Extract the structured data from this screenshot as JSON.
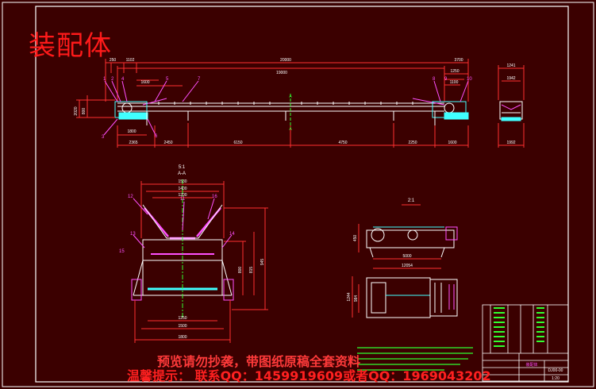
{
  "drawing": {
    "title": "装配体",
    "colors": {
      "background": "#3b0000",
      "line": "#ffffff",
      "dim": "#ff3030",
      "green": "#30ff30",
      "magenta": "#ff50ff",
      "cyan": "#40ffff",
      "yellow": "#ffff40"
    }
  },
  "main_view": {
    "overall_length": "20000",
    "length_2": "19000",
    "dim_top_left": "250",
    "dim_top_left2": "1102",
    "dim_top_right": "3700",
    "dim_top_right2": "1250",
    "dim_top_right3": "1100",
    "dim_mid_left": "1600",
    "dim_mid_left2": "1800",
    "dim_left_v1": "2020",
    "dim_left_v2": "800",
    "dim_bottom": [
      "2365",
      "2450",
      "6150",
      "4750",
      "2250",
      "1600"
    ],
    "balloons": [
      "1",
      "2",
      "3",
      "4",
      "5",
      "6",
      "7",
      "8",
      "9",
      "10"
    ],
    "section_mark": "A"
  },
  "side_view": {
    "dim_top": "1241",
    "dim_top2": "1942",
    "dim_bottom": "1992"
  },
  "section_view": {
    "title": "A-A",
    "scale": "5:1",
    "dims_top": [
      "1530",
      "1400",
      "1200"
    ],
    "dims_right": [
      "800",
      "815",
      "945"
    ],
    "dims_bottom": [
      "1250",
      "1500",
      "1800"
    ],
    "balloons": [
      "11",
      "12",
      "13",
      "14",
      "15",
      "16"
    ]
  },
  "detail_view": {
    "title": "2:1",
    "dims": [
      "5000",
      "12054"
    ],
    "dims_side": [
      "450",
      "1244",
      "984"
    ]
  },
  "title_block": {
    "drawing_name": "装配体",
    "drawing_no": "DJ00-00",
    "scale": "1:20"
  },
  "notice": {
    "line1": "预览请勿抄袭，带图纸原稿全套资料",
    "line2": "温馨提示： 联系QQ：1459919609或者QQ：1969043202"
  }
}
